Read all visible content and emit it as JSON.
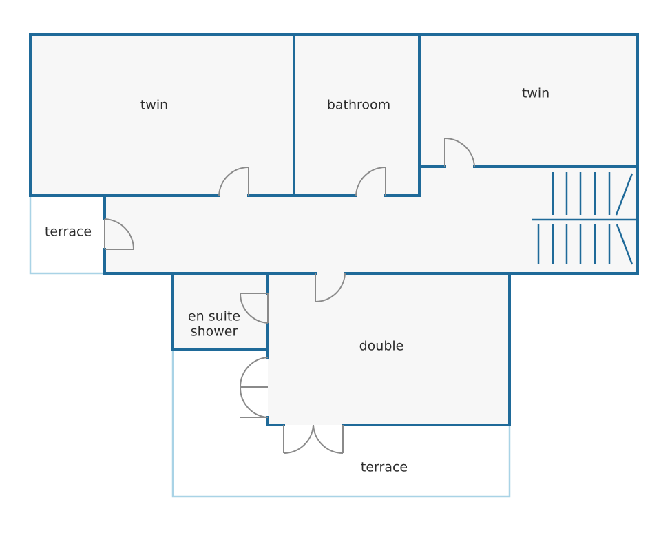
{
  "floor_plan": {
    "rooms": {
      "twin_left": "twin",
      "bathroom": "bathroom",
      "twin_right": "twin",
      "terrace_left": "terrace",
      "en_suite_line1": "en suite",
      "en_suite_line2": "shower",
      "double": "double",
      "terrace_bottom": "terrace"
    }
  },
  "colors": {
    "wall": "#1f6a99",
    "open_edge": "#a9d3e6",
    "door": "#8a8a8a",
    "floor": "#f7f7f7",
    "text": "#2b2b2b"
  }
}
